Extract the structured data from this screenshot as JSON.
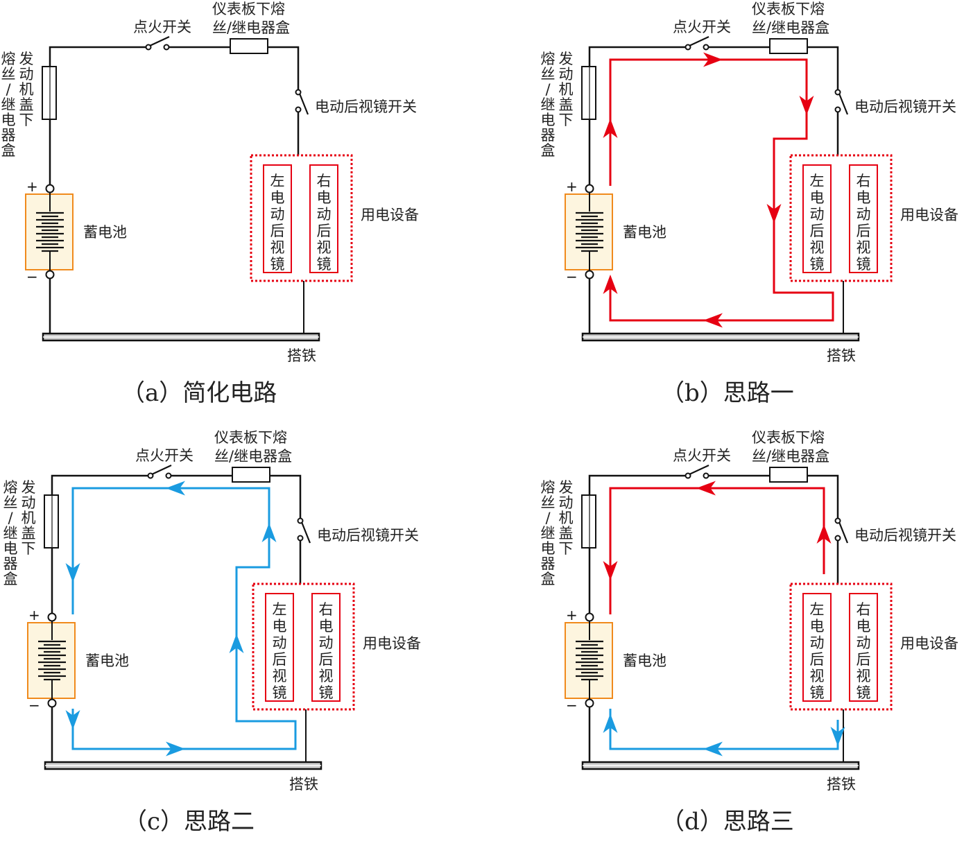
{
  "labels": {
    "ignition_switch": "点火开关",
    "dash_fuse_box_line1": "仪表板下熔",
    "dash_fuse_box_line2": "丝/继电器盒",
    "engine_fuse_box_col1": "熔丝/继电器盒",
    "engine_fuse_box_col2": "发动机盖下",
    "mirror_switch": "电动后视镜开关",
    "battery": "蓄电池",
    "load_group": "用电设备",
    "left_mirror": "左电动后视镜",
    "right_mirror": "右电动后视镜",
    "ground": "搭铁",
    "plus": "+",
    "minus": "−"
  },
  "colors": {
    "wire": "#111111",
    "path_red": "#e60012",
    "path_blue": "#1a9be0",
    "battery_fill": "#fdf5df",
    "battery_border": "#f08a1c",
    "load_border": "#e60012"
  },
  "panels": [
    {
      "id": "a",
      "caption": "（a）简化电路",
      "path": "none"
    },
    {
      "id": "b",
      "caption": "（b）思路一",
      "path": "red-loop-through-ground"
    },
    {
      "id": "c",
      "caption": "（c）思路二",
      "path": "blue-reverse-loop"
    },
    {
      "id": "d",
      "caption": "（d）思路三",
      "path": "split-red-top-blue-bottom"
    }
  ]
}
